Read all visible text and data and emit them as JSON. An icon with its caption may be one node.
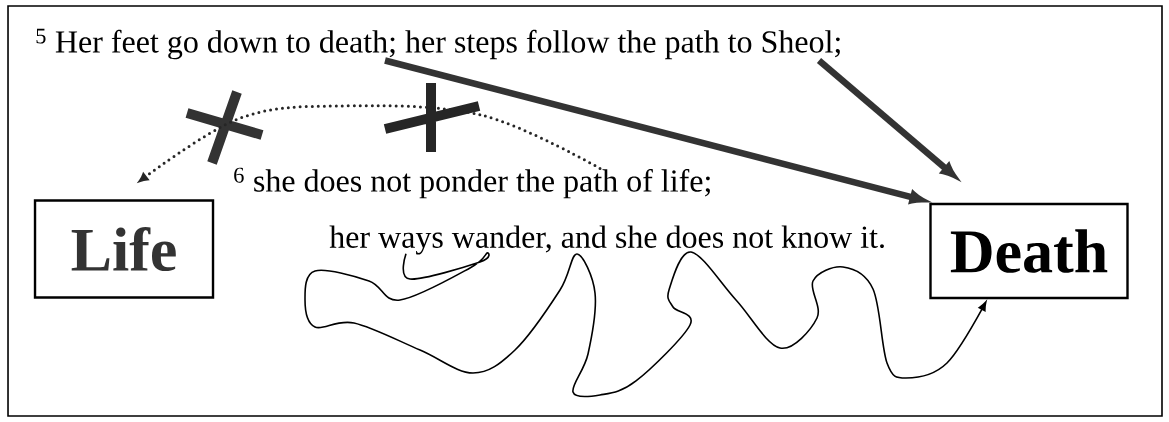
{
  "diagram": {
    "nodes": [
      {
        "text": [
          "$^{5}$ Her feet go down to death; her steps follow the path to Sheol;"
        ]
      },
      {
        "text": [
          "$^{6}$ she does not ponder the path of life;"
        ]
      },
      {
        "text": [
          "her ways wander, and she does not know it."
        ]
      },
      {
        "text": [
          "Life"
        ]
      },
      {
        "text": [
          "Death"
        ]
      }
    ],
    "edges": [
      {
        "from": 0,
        "to": 4,
        "arrow": "to",
        "style": "thick"
      },
      {
        "from": 0,
        "to": 4,
        "arrow": "to",
        "style": "thick"
      },
      {
        "from": 1,
        "to": 3,
        "arrow": "to",
        "style": "dashed"
      },
      {
        "from": 2,
        "to": 4,
        "arrow": "to"
      }
    ]
  }
}
